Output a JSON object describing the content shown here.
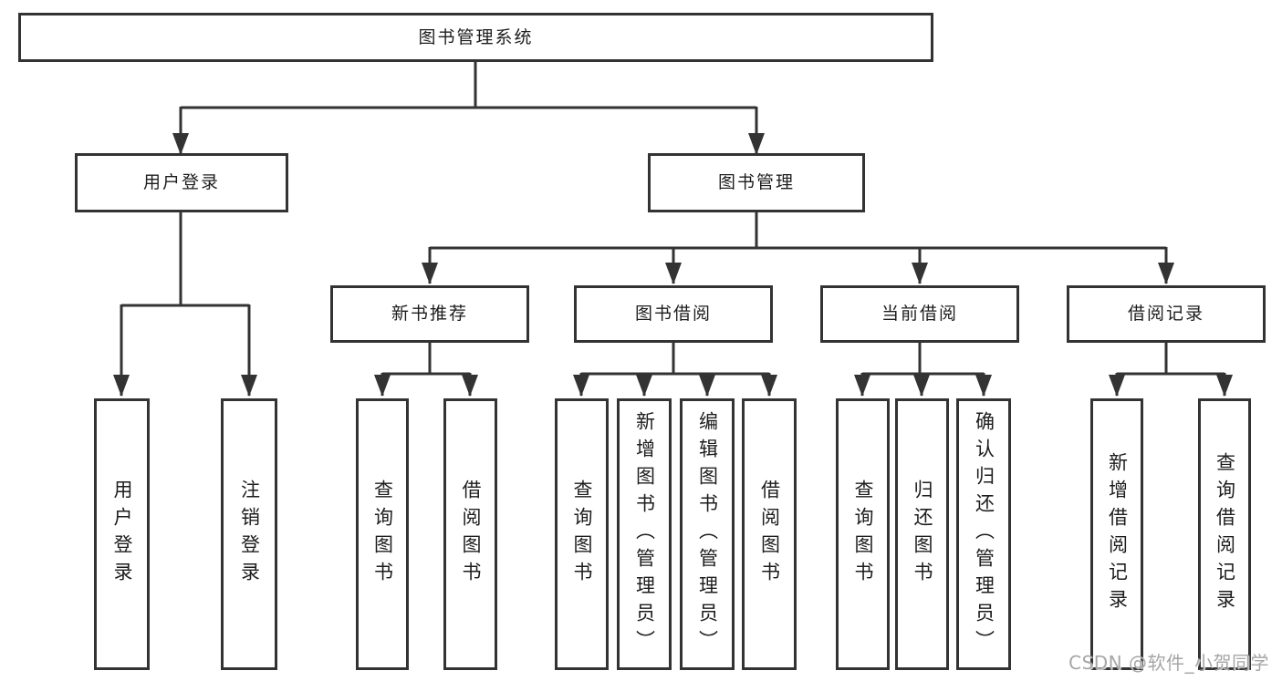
{
  "colors": {
    "line": "#333333",
    "box_border": "#333333",
    "box_fill": "#ffffff",
    "text": "#1d1d1d",
    "watermark": "#a6a6a6",
    "background": "#ffffff"
  },
  "tree": {
    "root": "图书管理系统",
    "branches": [
      {
        "label": "用户登录",
        "children": [
          "用户登录",
          "注销登录"
        ]
      },
      {
        "label": "图书管理",
        "groups": [
          {
            "label": "新书推荐",
            "children": [
              "查询图书",
              "借阅图书"
            ]
          },
          {
            "label": "图书借阅",
            "children": [
              "查询图书",
              "新增图书（管理员）",
              "编辑图书（管理员）",
              "借阅图书"
            ]
          },
          {
            "label": "当前借阅",
            "children": [
              "查询图书",
              "归还图书",
              "确认归还（管理员）"
            ]
          },
          {
            "label": "借阅记录",
            "children": [
              "新增借阅记录",
              "查询借阅记录"
            ]
          }
        ]
      }
    ]
  },
  "watermark": {
    "text": "CSDN @软件_小贺同学"
  }
}
